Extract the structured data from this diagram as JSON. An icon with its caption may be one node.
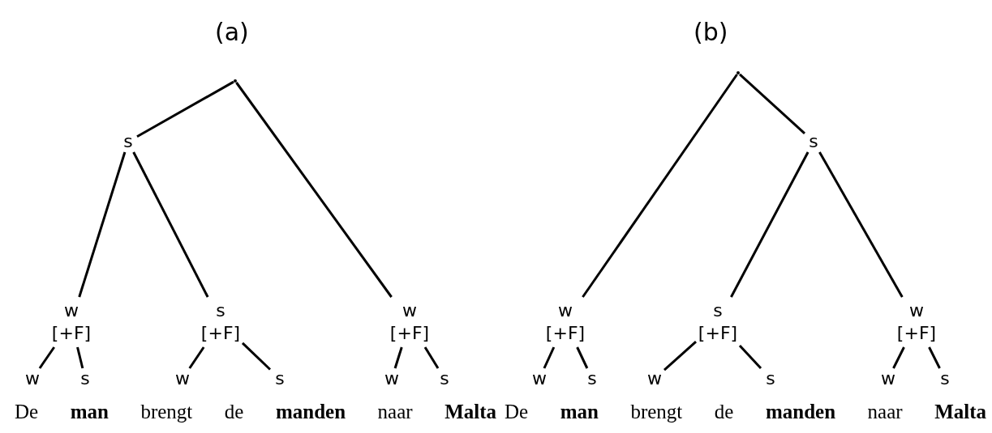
{
  "diagram": {
    "nodes": [
      {
        "text": [],
        "shape": "point"
      },
      {
        "text": [
          "s"
        ]
      },
      {
        "text": [
          "w",
          "[+F]"
        ]
      },
      {
        "text": [
          "s",
          "[+F]"
        ]
      },
      {
        "text": [
          "w",
          "[+F]"
        ]
      },
      {
        "text": [
          "w"
        ]
      },
      {
        "text": [
          "s"
        ]
      },
      {
        "text": [
          "w"
        ]
      },
      {
        "text": [
          "s"
        ]
      },
      {
        "text": [
          "w"
        ]
      },
      {
        "text": [
          "s"
        ]
      },
      {
        "text": [],
        "shape": "point"
      },
      {
        "text": [
          "w",
          "[+F]"
        ]
      },
      {
        "text": [
          "s"
        ]
      },
      {
        "text": [
          "s",
          "[+F]"
        ]
      },
      {
        "text": [
          "w",
          "[+F]"
        ]
      },
      {
        "text": [
          "w"
        ]
      },
      {
        "text": [
          "s"
        ]
      },
      {
        "text": [
          "w"
        ]
      },
      {
        "text": [
          "s"
        ]
      },
      {
        "text": [
          "w"
        ]
      },
      {
        "text": [
          "s"
        ]
      }
    ],
    "edges": [
      {
        "from": 0,
        "to": 1,
        "arrow": "none"
      },
      {
        "from": 0,
        "to": 4,
        "arrow": "none"
      },
      {
        "from": 1,
        "to": 2,
        "arrow": "none"
      },
      {
        "from": 1,
        "to": 3,
        "arrow": "none"
      },
      {
        "from": 2,
        "to": 5,
        "arrow": "none"
      },
      {
        "from": 2,
        "to": 6,
        "arrow": "none"
      },
      {
        "from": 3,
        "to": 7,
        "arrow": "none"
      },
      {
        "from": 3,
        "to": 8,
        "arrow": "none"
      },
      {
        "from": 4,
        "to": 9,
        "arrow": "none"
      },
      {
        "from": 4,
        "to": 10,
        "arrow": "none"
      },
      {
        "from": 11,
        "to": 12,
        "arrow": "none"
      },
      {
        "from": 11,
        "to": 13,
        "arrow": "none"
      },
      {
        "from": 13,
        "to": 14,
        "arrow": "none"
      },
      {
        "from": 13,
        "to": 15,
        "arrow": "none"
      },
      {
        "from": 12,
        "to": 16,
        "arrow": "none"
      },
      {
        "from": 12,
        "to": 17,
        "arrow": "none"
      },
      {
        "from": 14,
        "to": 18,
        "arrow": "none"
      },
      {
        "from": 14,
        "to": 19,
        "arrow": "none"
      },
      {
        "from": 15,
        "to": 20,
        "arrow": "none"
      },
      {
        "from": 15,
        "to": 21,
        "arrow": "none"
      }
    ],
    "labels": [
      "(a)",
      "(b)",
      "De **man** brengt de **manden** naar **Malta**",
      "De **man** brengt de **manden** naar **Malta**"
    ]
  }
}
